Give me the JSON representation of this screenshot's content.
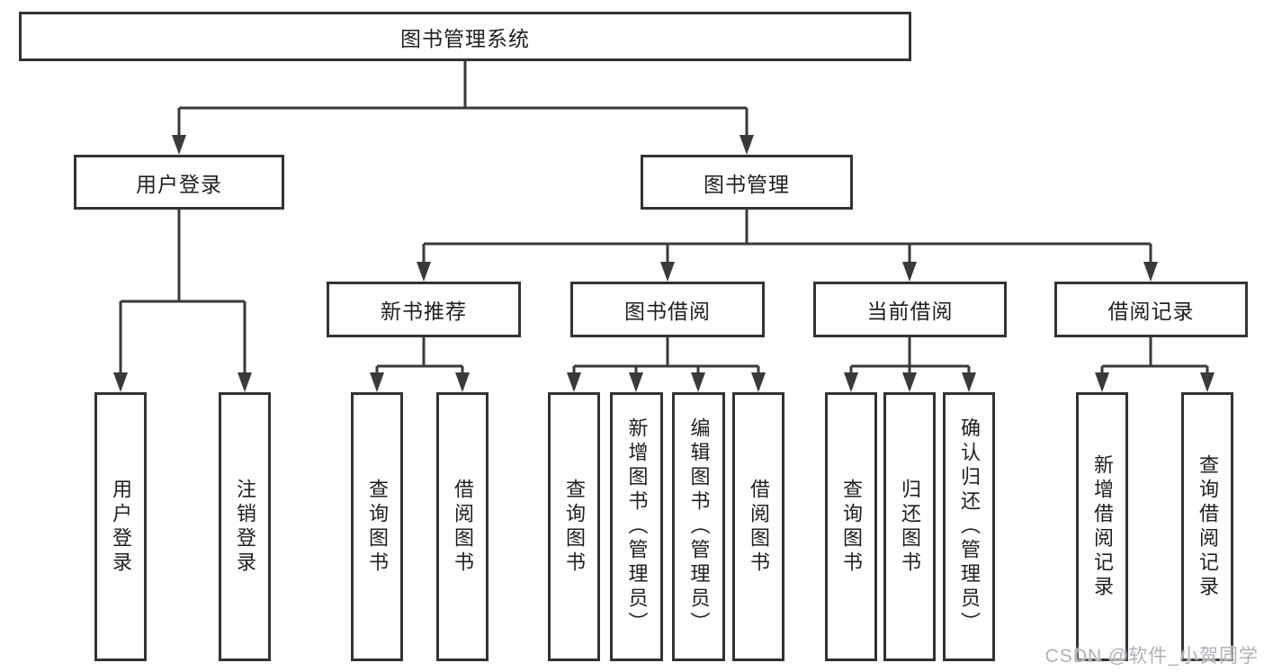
{
  "diagram": {
    "root": {
      "label": "图书管理系统"
    },
    "level2": [
      {
        "label": "用户登录"
      },
      {
        "label": "图书管理"
      }
    ],
    "level3": [
      {
        "label": "新书推荐"
      },
      {
        "label": "图书借阅"
      },
      {
        "label": "当前借阅"
      },
      {
        "label": "借阅记录"
      }
    ],
    "leaves": [
      {
        "label": "用户登录"
      },
      {
        "label": "注销登录"
      },
      {
        "label": "查询图书"
      },
      {
        "label": "借阅图书"
      },
      {
        "label": "查询图书"
      },
      {
        "label": "新增图书（管理员）"
      },
      {
        "label": "编辑图书（管理员）"
      },
      {
        "label": "借阅图书"
      },
      {
        "label": "查询图书"
      },
      {
        "label": "归还图书"
      },
      {
        "label": "确认归还（管理员）"
      },
      {
        "label": "新增借阅记录"
      },
      {
        "label": "查询借阅记录"
      }
    ],
    "colors": {
      "line": "#3a3a3a",
      "border": "#333333",
      "text": "#1f1f1f",
      "watermark": "#aeb1b6"
    }
  },
  "watermark": {
    "text": "CSDN @软件_小贺同学"
  }
}
